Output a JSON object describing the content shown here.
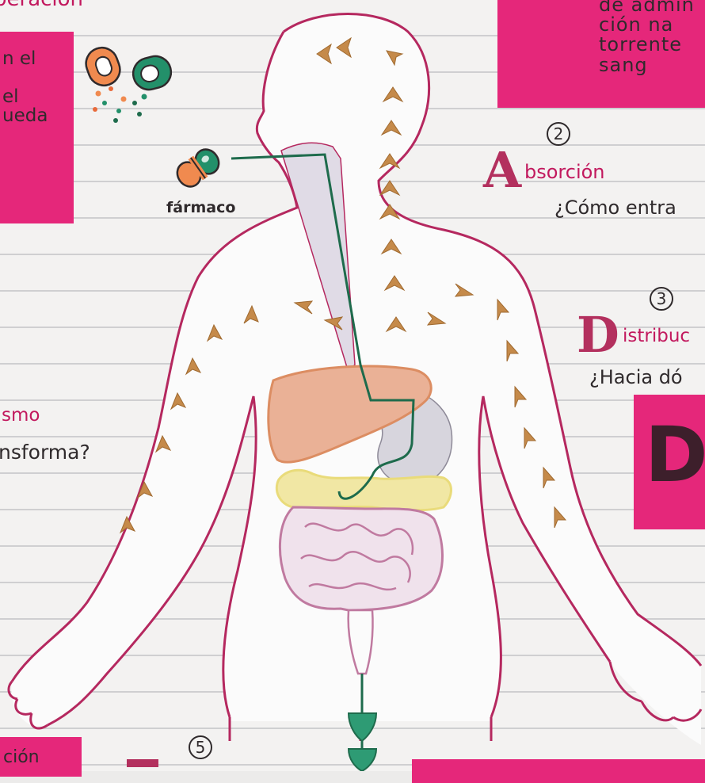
{
  "sections": {
    "liberacion": {
      "heading_fragment": "beración",
      "box_text": "n el\n\nel\nueda"
    },
    "administracion": {
      "box_text": "de admin\nción na\ntorrente\nsang"
    },
    "absorcion": {
      "number": "2",
      "initial": "A",
      "rest": "bsorción",
      "question": "¿Cómo entra"
    },
    "distribucion": {
      "number": "3",
      "initial": "D",
      "rest": "istribuc",
      "question": "¿Hacia dó",
      "box_letter": "D"
    },
    "metabolismo": {
      "fragment": "smo",
      "question": "nsforma?"
    },
    "excrecion": {
      "number": "5",
      "fragment": "ción"
    }
  },
  "diagram": {
    "drug_label": "fármaco",
    "colors": {
      "outline": "#b5285f",
      "arrow": "#b87a38",
      "liver": "#dc8d62",
      "pancreas": "#e9db7a",
      "intestine": "#c07aa0",
      "stomach": "#d7d5dd",
      "path": "#1e6b4c",
      "pill_orange": "#f08a4f",
      "pill_green": "#23906a",
      "pink_box": "#e5277a"
    }
  }
}
